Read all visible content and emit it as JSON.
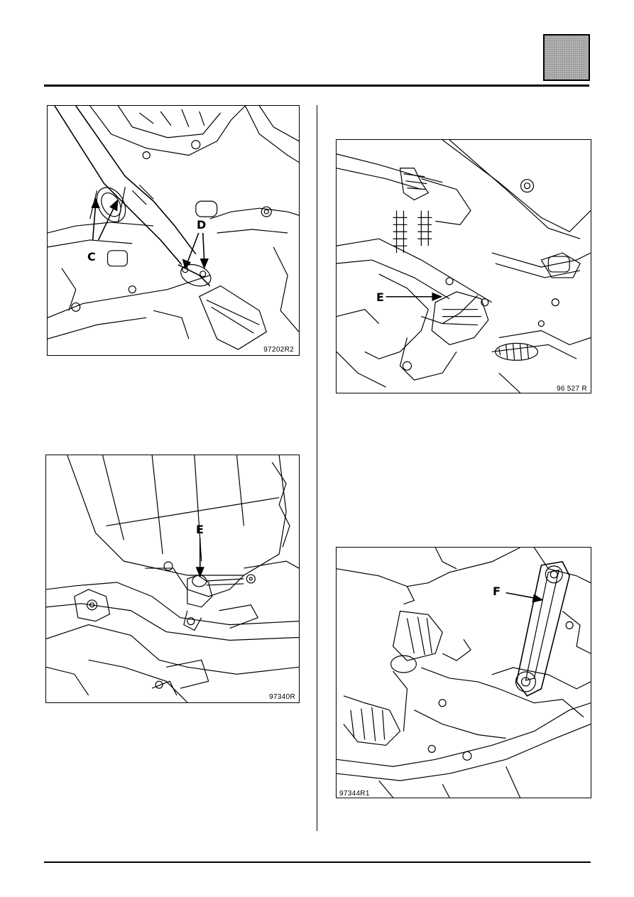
{
  "page": {
    "tab_box_color": "#bdbdbd"
  },
  "figures": [
    {
      "id": "fig-1",
      "code": "97202R2",
      "labels": [
        "C",
        "D"
      ]
    },
    {
      "id": "fig-2",
      "code": "96 527 R",
      "labels": [
        "E"
      ]
    },
    {
      "id": "fig-3",
      "code": "97340R",
      "labels": [
        "E"
      ]
    },
    {
      "id": "fig-4",
      "code": "97344R1",
      "labels": [
        "F"
      ]
    }
  ]
}
